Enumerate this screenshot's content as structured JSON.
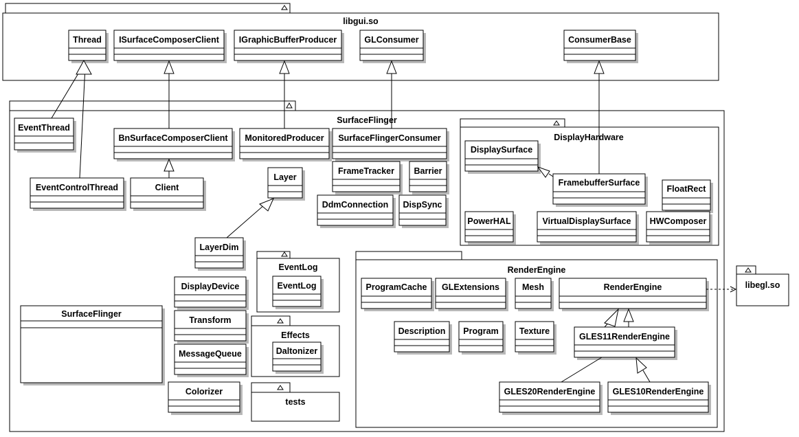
{
  "packages": {
    "libgui": "libgui.so",
    "surfaceflinger": "SurfaceFlinger",
    "displayhardware": "DisplayHardware",
    "eventlog": "EventLog",
    "effects": "Effects",
    "tests": "tests",
    "renderengine": "RenderEngine",
    "libegl": "libegl.so"
  },
  "classes": {
    "thread": "Thread",
    "isurfacecomposerclient": "ISurfaceComposerClient",
    "igraphicbufferproducer": "IGraphicBufferProducer",
    "glconsumer": "GLConsumer",
    "consumerbase": "ConsumerBase",
    "eventthread": "EventThread",
    "bnsurfacecomposerclient": "BnSurfaceComposerClient",
    "monitoredproducer": "MonitoredProducer",
    "surfaceflingerconsumer": "SurfaceFlingerConsumer",
    "frametracker": "FrameTracker",
    "barrier": "Barrier",
    "ddmconnection": "DdmConnection",
    "dispsync": "DispSync",
    "eventcontrolthread": "EventControlThread",
    "client": "Client",
    "layer": "Layer",
    "layerdim": "LayerDim",
    "eventlog_cls": "EventLog",
    "displaydevice": "DisplayDevice",
    "transform": "Transform",
    "messagequeue": "MessageQueue",
    "colorizer": "Colorizer",
    "daltonizer": "Daltonizer",
    "surfaceflinger_cls": "SurfaceFlinger",
    "displaysurface": "DisplaySurface",
    "framebuffersurface": "FramebufferSurface",
    "floatrect": "FloatRect",
    "powerhal": "PowerHAL",
    "virtualdisplaysurface": "VirtualDisplaySurface",
    "hwcomposer": "HWComposer",
    "programcache": "ProgramCache",
    "glextensions": "GLExtensions",
    "mesh": "Mesh",
    "renderengine_cls": "RenderEngine",
    "description": "Description",
    "program": "Program",
    "texture": "Texture",
    "gles11renderengine": "GLES11RenderEngine",
    "gles20renderengine": "GLES20RenderEngine",
    "gles10renderengine": "GLES10RenderEngine"
  }
}
